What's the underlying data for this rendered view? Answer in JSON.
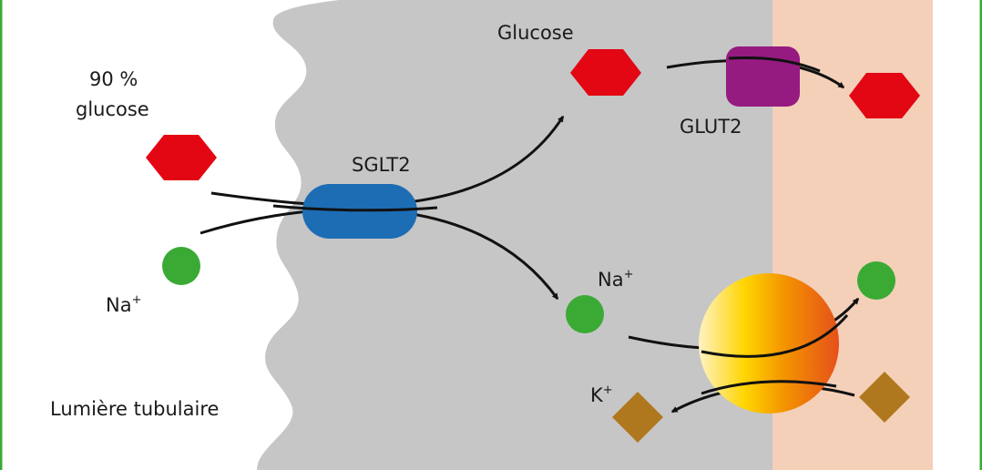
{
  "labels": {
    "percent": "90 %",
    "glucose_lumen": "glucose",
    "na_lumen": "Na",
    "na_superscript": "+",
    "lumen_region": "Lumière tubulaire",
    "sglt2": "SGLT2",
    "glucose_cell": "Glucose",
    "glut2": "GLUT2",
    "na_cell": "Na",
    "na_cell_superscript": "+",
    "k": "K",
    "k_superscript": "+"
  },
  "colors": {
    "frame": "#3aaa35",
    "cell_gray": "#c6c6c6",
    "interstitium": "#f4d0b8",
    "glucose": "#e30613",
    "sodium": "#3aaa35",
    "sglt2": "#1d6db5",
    "glut2": "#951b81",
    "potassium": "#b0781e",
    "pump_gradient": [
      "#fff3c4",
      "#ffd400",
      "#f39200",
      "#e6501b"
    ],
    "arrow": "#111111"
  },
  "icons": {
    "glucose": "hexagon",
    "sodium": "circle",
    "potassium": "diamond",
    "sglt2": "rounded-rect",
    "glut2": "rounded-square",
    "pump": "gradient-circle"
  }
}
